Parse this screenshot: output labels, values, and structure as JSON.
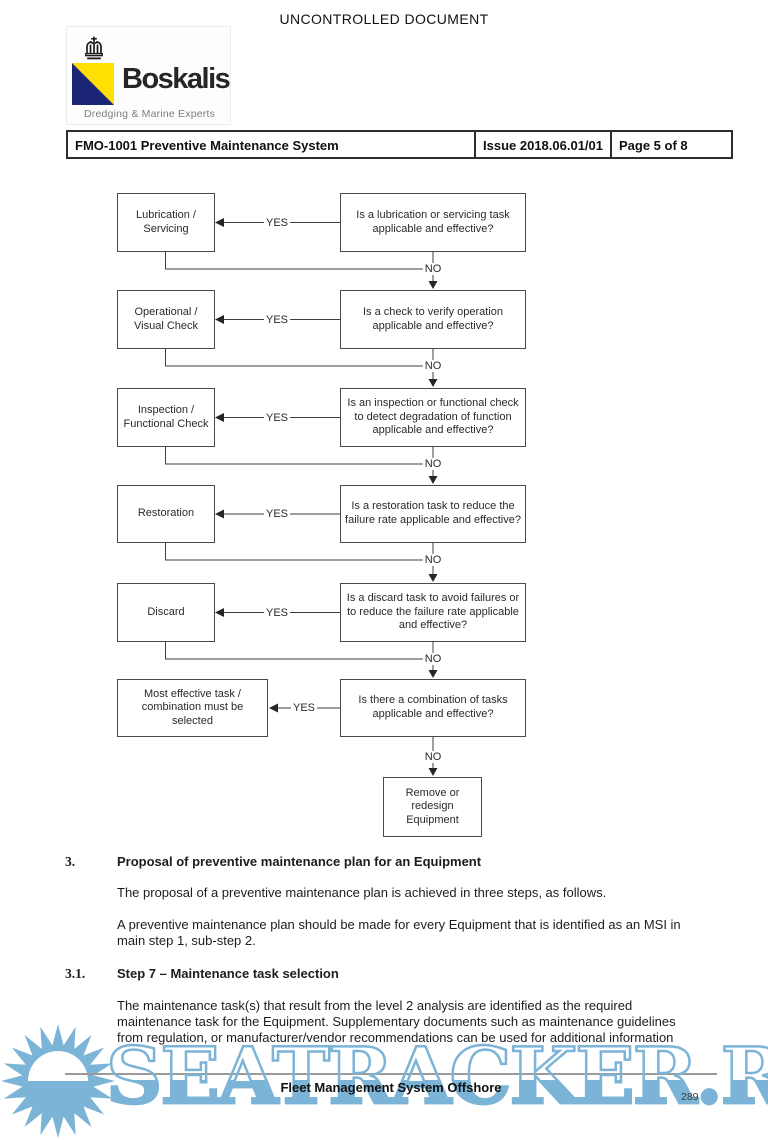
{
  "page": {
    "top_note": "UNCONTROLLED DOCUMENT",
    "logo": {
      "name": "Boskalis",
      "tagline": "Dredging & Marine Experts",
      "crown_icon": "crown-icon",
      "flag_icon": "boskalis-flag-icon"
    },
    "header_table": {
      "title": "FMO-1001 Preventive Maintenance System",
      "issue": "Issue 2018.06.01/01",
      "page": "Page 5 of 8"
    }
  },
  "flowchart": {
    "yes_label": "YES",
    "no_label": "NO",
    "rows": [
      {
        "result": "Lubrication /\nServicing",
        "question": "Is a lubrication or servicing task\napplicable and effective?"
      },
      {
        "result": "Operational /\nVisual Check",
        "question": "Is a check to verify operation\napplicable and effective?"
      },
      {
        "result": "Inspection /\nFunctional Check",
        "question": "Is an inspection or functional check\nto detect degradation of function\napplicable and effective?"
      },
      {
        "result": "Restoration",
        "question": "Is a restoration task to reduce the\nfailure rate applicable and effective?"
      },
      {
        "result": "Discard",
        "question": "Is a discard task to avoid failures or\nto reduce the failure rate applicable\nand effective?"
      },
      {
        "result": "Most effective task /\ncombination must be selected",
        "question": "Is there a combination of tasks\napplicable and effective?"
      }
    ],
    "end_box": "Remove or\nredesign\nEquipment"
  },
  "sections": [
    {
      "number": "3.",
      "heading": "Proposal of preventive maintenance plan for an Equipment",
      "paragraphs": [
        "The proposal of a preventive maintenance plan is achieved in three steps, as follows.",
        "A preventive maintenance plan should be made for every Equipment that is identified as an MSI in\nmain step 1, sub-step 2."
      ]
    },
    {
      "number": "3.1.",
      "heading": "Step 7 – Maintenance task selection",
      "paragraphs": [
        "The maintenance task(s) that result from the level 2 analysis are identified as the required\nmaintenance task for the Equipment. Supplementary documents such as maintenance guidelines\nfrom regulation, or manufacturer/vendor recommendations can be used for additional information"
      ]
    }
  ],
  "footer": {
    "text": "Fleet Management System Offshore",
    "page_number": "289"
  },
  "watermark": {
    "text": "SEATRACKER.RU",
    "color": "#7cb4d7",
    "sun_icon": "sun-icon"
  },
  "colors": {
    "logo_yellow": "#ffe000",
    "logo_navy": "#1b2676",
    "watermark_blue": "#7cb4d7",
    "line_gray": "#3f3f3f"
  }
}
